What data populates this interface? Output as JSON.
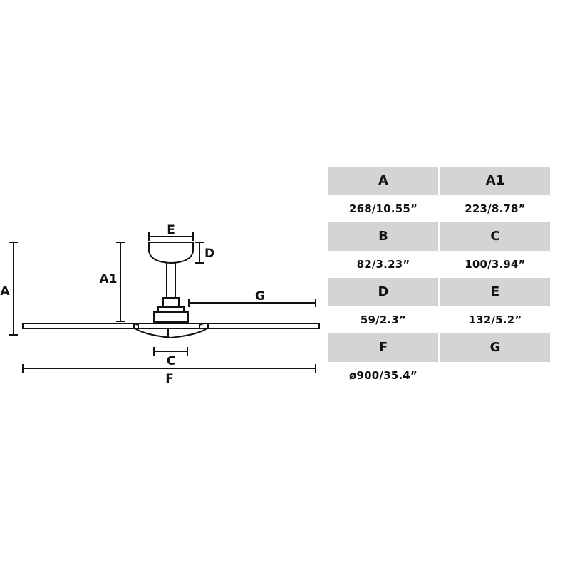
{
  "diagram": {
    "labels": {
      "a": "A",
      "a1": "A1",
      "c": "C",
      "d": "D",
      "e": "E",
      "f": "F",
      "g": "G"
    },
    "line_color": "#111111"
  },
  "table": {
    "header_bg": "#d4d4d4",
    "rows": [
      {
        "headers": [
          "A",
          "A1"
        ],
        "values": [
          "268/10.55”",
          "223/8.78”"
        ]
      },
      {
        "headers": [
          "B",
          "C"
        ],
        "values": [
          "82/3.23”",
          "100/3.94”"
        ]
      },
      {
        "headers": [
          "D",
          "E"
        ],
        "values": [
          "59/2.3”",
          "132/5.2”"
        ]
      },
      {
        "headers": [
          "F",
          "G"
        ],
        "values": [
          "ø900/35.4”",
          ""
        ]
      }
    ]
  }
}
